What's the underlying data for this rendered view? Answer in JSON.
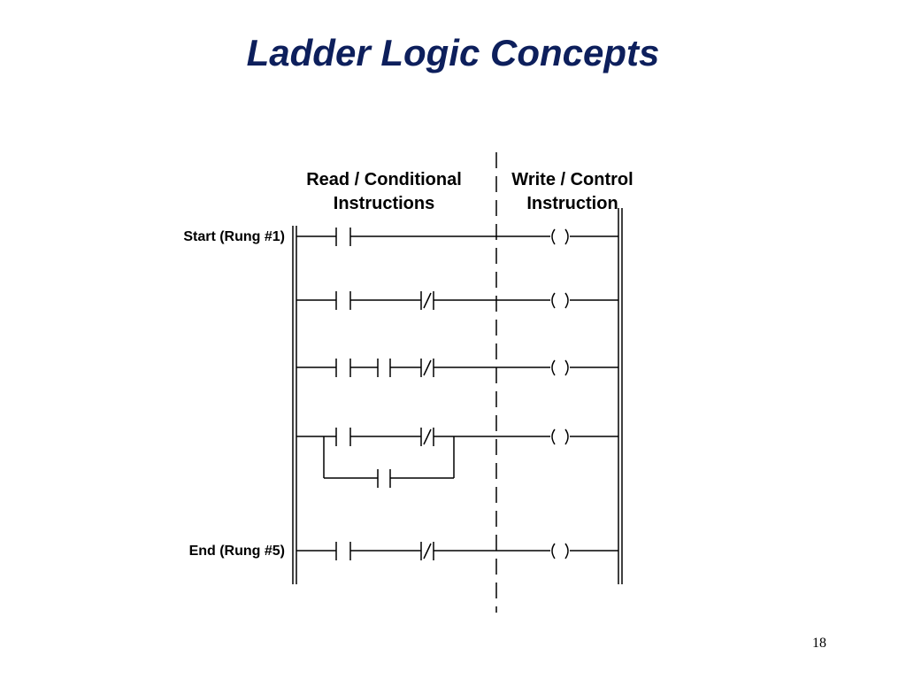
{
  "title": "Ladder Logic Concepts",
  "columns": {
    "read": [
      "Read / Conditional",
      "Instructions"
    ],
    "write": [
      "Write / Control",
      "Instruction"
    ]
  },
  "rungs": [
    {
      "label": "Start (Rung #1)",
      "elements": [
        "no-contact",
        "coil"
      ]
    },
    {
      "label": "",
      "elements": [
        "no-contact",
        "nc-contact",
        "coil"
      ]
    },
    {
      "label": "",
      "elements": [
        "no-contact",
        "no-contact",
        "nc-contact",
        "coil"
      ]
    },
    {
      "label": "",
      "elements": [
        "no-contact",
        "nc-contact",
        "coil"
      ],
      "branch": [
        "no-contact"
      ]
    },
    {
      "label": "End (Rung #5)",
      "elements": [
        "no-contact",
        "nc-contact",
        "coil"
      ]
    }
  ],
  "page_number": "18"
}
